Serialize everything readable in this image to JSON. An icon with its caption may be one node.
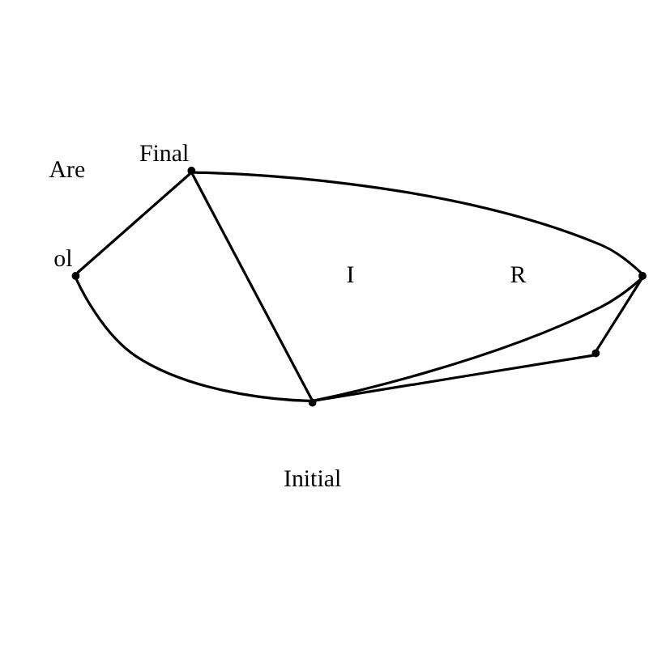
{
  "diagram": {
    "nodes": [
      {
        "text": [],
        "shape": "point",
        "beside": [
          "Final"
        ]
      },
      {
        "text": [],
        "shape": "point",
        "beside": [
          "ol"
        ]
      },
      {
        "text": [],
        "shape": "point",
        "beside": [
          "Initial"
        ]
      },
      {
        "text": [],
        "shape": "point"
      },
      {
        "text": [],
        "shape": "point"
      }
    ],
    "edges": [
      {
        "from": 0,
        "to": 1,
        "arrow": "none"
      },
      {
        "from": 1,
        "to": 2,
        "arrow": "none"
      },
      {
        "from": 0,
        "to": 2,
        "arrow": "none"
      },
      {
        "from": 0,
        "to": 3,
        "arrow": "none"
      },
      {
        "from": 3,
        "to": 2,
        "arrow": "none"
      },
      {
        "from": 3,
        "to": 4,
        "arrow": "none"
      },
      {
        "from": 4,
        "to": 2,
        "arrow": "none"
      }
    ],
    "labels": [
      "Are",
      "I",
      "R"
    ]
  }
}
